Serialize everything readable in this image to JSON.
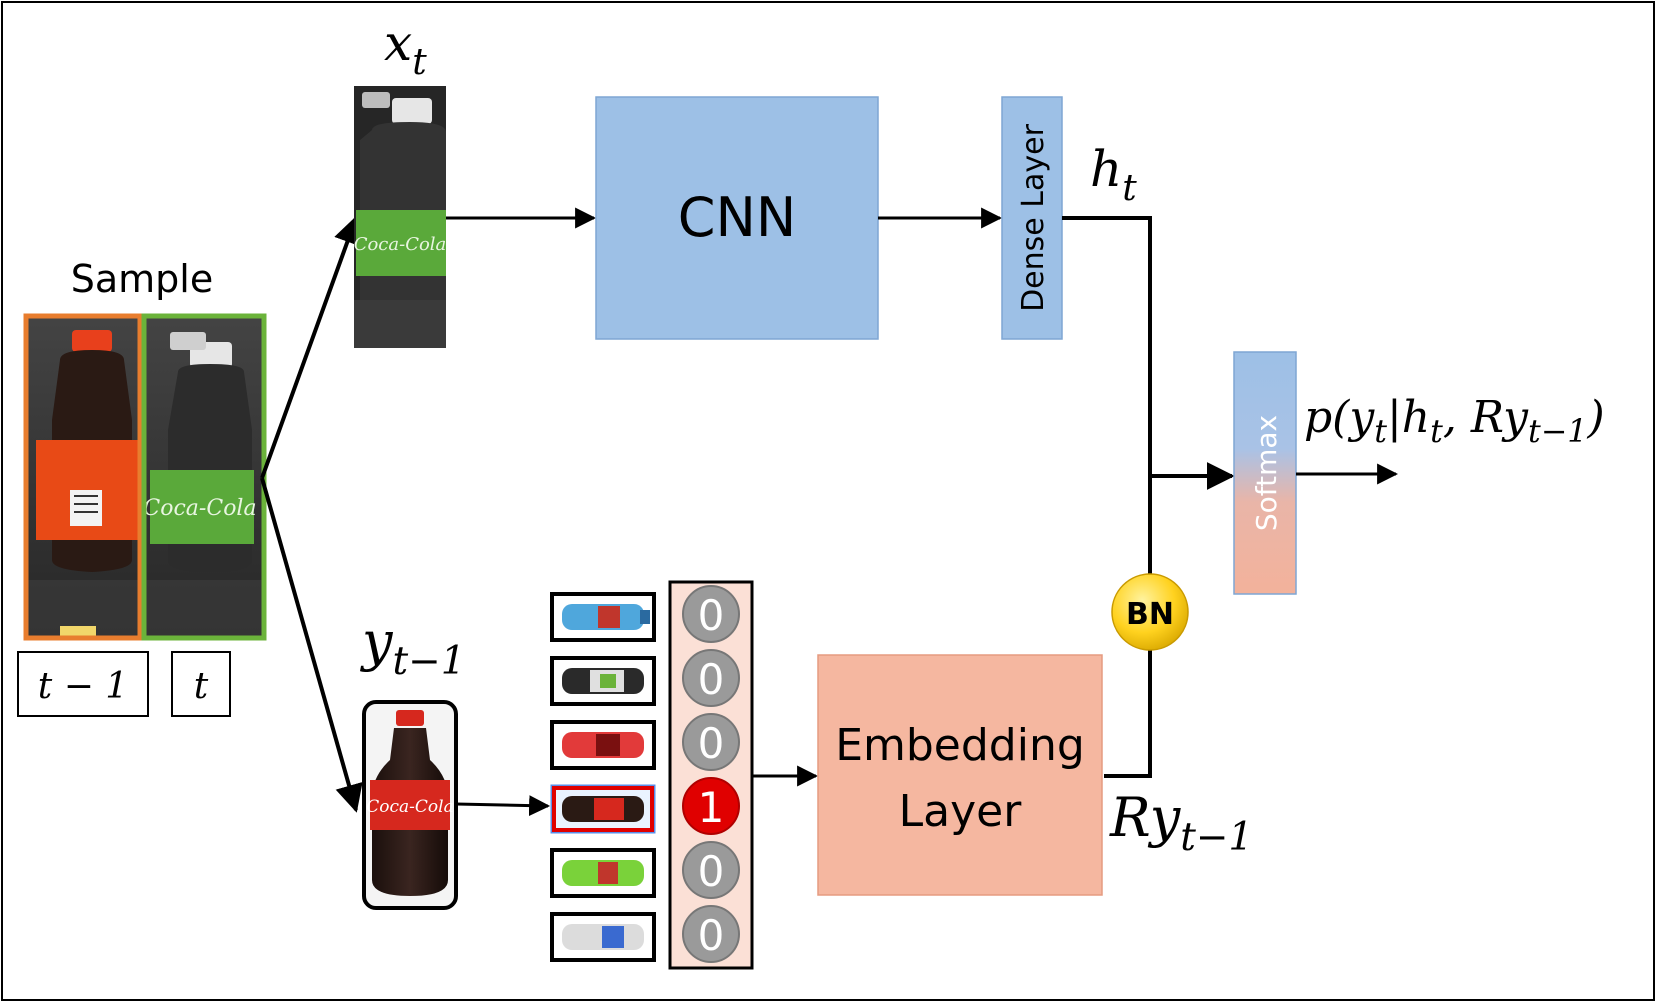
{
  "diagram": {
    "sample_label": "Sample",
    "cnn_label": "CNN",
    "dense_label": "Dense Layer",
    "softmax_label": "Softmax",
    "embedding_line1": "Embedding",
    "embedding_line2": "Layer",
    "bn_label": "BN",
    "x_t": {
      "base": "x",
      "sub": "t"
    },
    "h_t": {
      "base": "h",
      "sub": "t"
    },
    "y_prev": {
      "base": "y",
      "sub": "t−1"
    },
    "Ry_prev": {
      "base": "Ry",
      "sub": "t−1"
    },
    "prob": {
      "p1": "p(y",
      "s1": "t",
      "p2": "|h",
      "s2": "t",
      "p3": ", Ry",
      "s3": "t−1",
      "p4": ")"
    },
    "time_prev_label": "t − 1",
    "time_cur_label": "t",
    "onehot": [
      "0",
      "0",
      "0",
      "1",
      "0",
      "0"
    ],
    "colors": {
      "cnn_fill": "#9dc0e6",
      "embedding_fill": "#f5b7a0",
      "onehot_bg": "#fbe0d6",
      "bn_fill": "#ffd21f",
      "active_red": "#e00000",
      "zero_gray": "#9a9a9a",
      "orange_frame": "#e87d2e",
      "green_frame": "#6bb33a"
    },
    "icons": [
      "bottle-blue-icon",
      "bottle-black-white-label-icon",
      "bottle-red-icon",
      "bottle-dark-red-label-icon",
      "bottle-green-icon",
      "bottle-clear-icon"
    ]
  }
}
